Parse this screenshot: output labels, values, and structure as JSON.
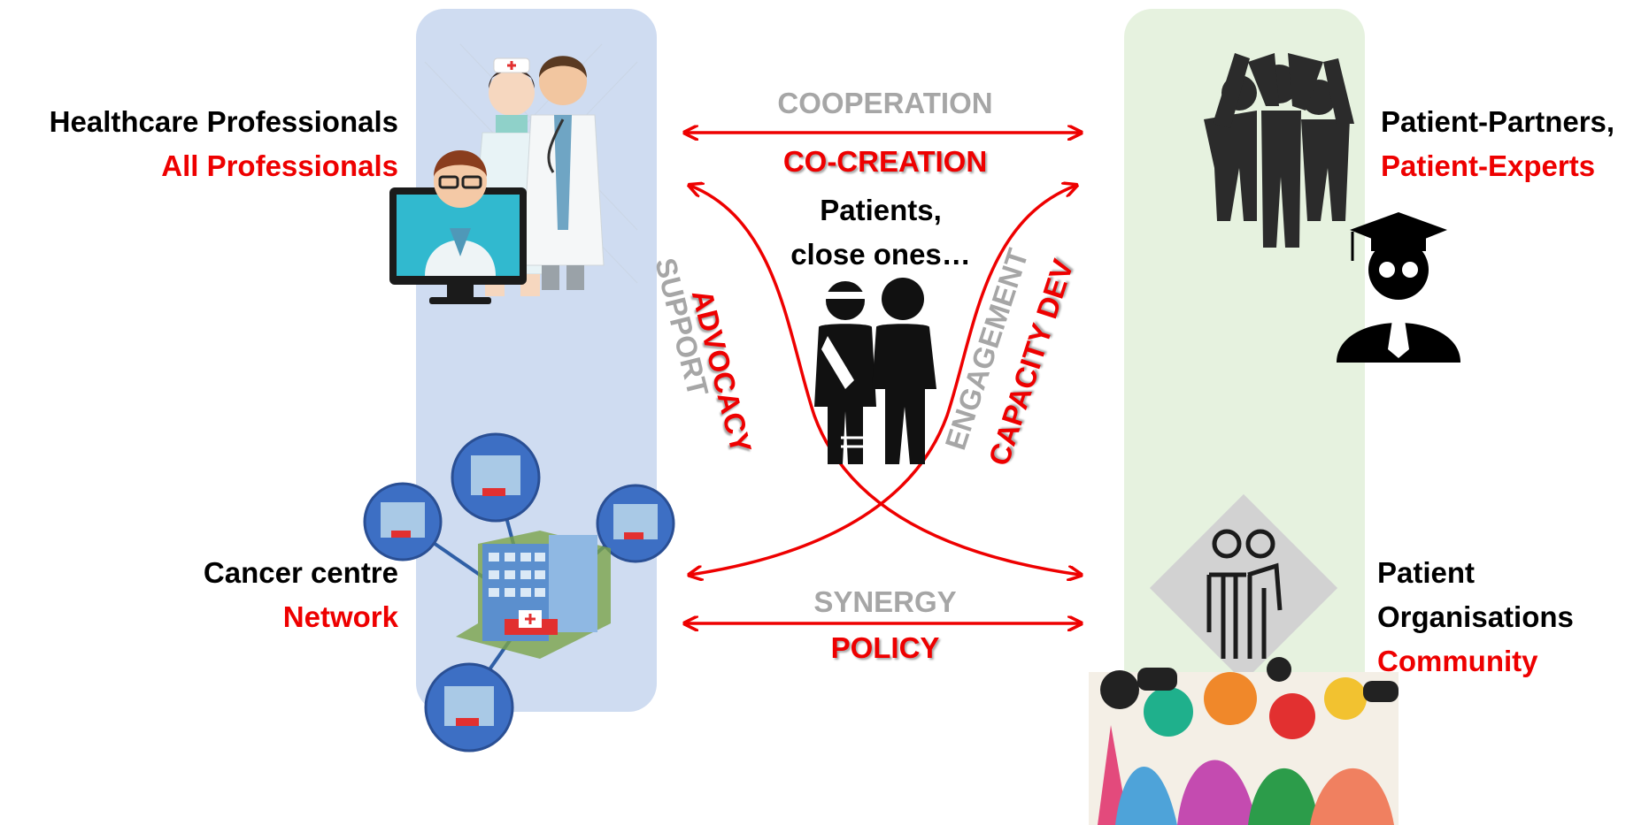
{
  "left_group": {
    "title": "Healthcare Professionals",
    "subtitle": "All Professionals",
    "bottom_title": "Cancer centre",
    "bottom_subtitle": "Network"
  },
  "right_group": {
    "title": "Patient-Partners,",
    "subtitle": "Patient-Experts",
    "bottom_title_1": "Patient",
    "bottom_title_2": "Organisations",
    "bottom_subtitle": "Community"
  },
  "center": {
    "line1": "Patients,",
    "line2": "close ones…"
  },
  "links": {
    "top_grey": "COOPERATION",
    "top_red": "CO-CREATION",
    "left_grey": "SUPPORT",
    "left_red": "ADVOCACY",
    "right_grey": "ENGAGEMENT",
    "right_red": "CAPACITY DEV",
    "bottom_grey": "SYNERGY",
    "bottom_red": "POLICY"
  },
  "colors": {
    "left_panel": "#cfdcf1",
    "right_panel": "#e6f2df",
    "accent_red": "#ee0000",
    "grey_label": "#a6a6a6",
    "icon_dark": "#2b2b2b"
  },
  "icons": [
    "doctor-nurse-icon",
    "telehealth-monitor-icon",
    "hospital-network-icon",
    "team-high-five-icon",
    "graduate-expert-icon",
    "patient-organisation-icon",
    "community-crowd-icon",
    "patients-close-ones-icon"
  ]
}
